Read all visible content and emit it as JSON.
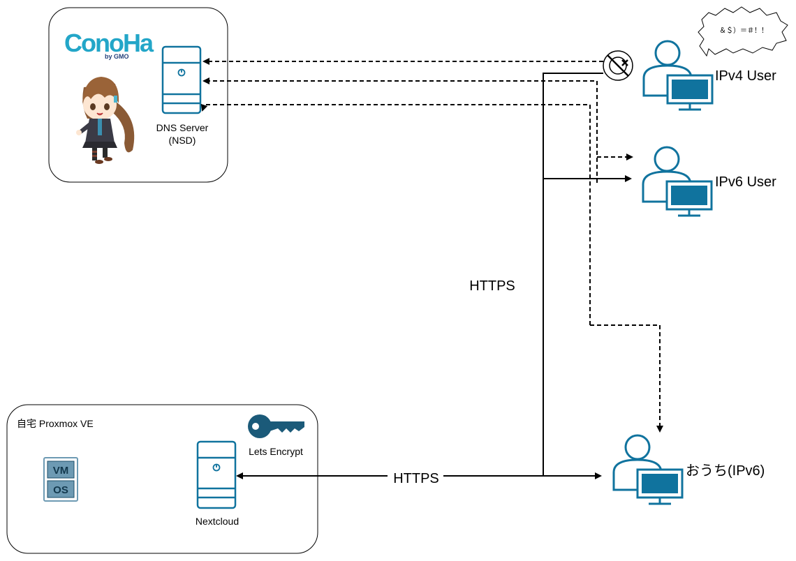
{
  "conoha": {
    "logo_text": "ConoHa",
    "logo_sub": "by GMO",
    "server_label_line1": "DNS Server",
    "server_label_line2": "(NSD)"
  },
  "users": {
    "ipv4": "IPv4 User",
    "ipv6": "IPv6 User",
    "home": "おうち(IPv6)",
    "ipv4_speech": "＆＄）＝＃！！"
  },
  "home_box": {
    "title": "自宅 Proxmox VE",
    "vm_top": "VM",
    "vm_bottom": "OS",
    "lets_encrypt": "Lets Encrypt",
    "server_label": "Nextcloud"
  },
  "edges": {
    "https_vertical": "HTTPS",
    "https_horizontal": "HTTPS"
  },
  "colors": {
    "icon": "#10739e",
    "line": "#000000",
    "key": "#1b5a79",
    "vm_fill": "#6d9ab3"
  }
}
